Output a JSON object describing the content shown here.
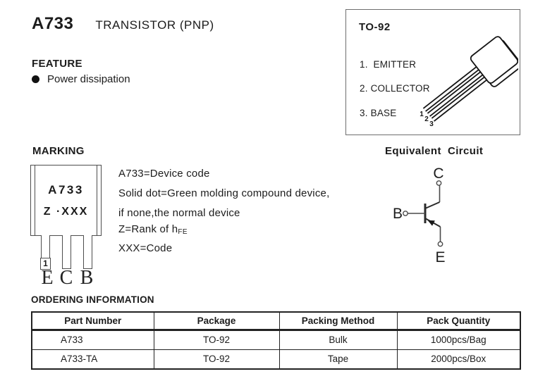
{
  "header": {
    "part_number": "A733",
    "subtitle": "TRANSISTOR (PNP)"
  },
  "feature": {
    "heading": "FEATURE",
    "item": "Power dissipation"
  },
  "package_box": {
    "title": "TO-92",
    "pins": [
      "1.  EMITTER",
      "2. COLLECTOR",
      "3. BASE"
    ],
    "lead_labels": [
      "1",
      "2",
      "3"
    ]
  },
  "marking": {
    "heading": "MARKING",
    "mark_line1": "A733",
    "mark_line2": "Z ·XXX",
    "pin1_label": "1",
    "lead_letters": [
      "E",
      "C",
      "B"
    ],
    "notes": [
      "A733=Device code",
      "Solid dot=Green molding compound device,",
      "if none,the normal device",
      "XXX=Code"
    ],
    "note_hfe_prefix": "Z=Rank of h",
    "note_hfe_sub": "FE"
  },
  "equivalent_circuit": {
    "heading": "Equivalent  Circuit",
    "collector": "C",
    "base": "B",
    "emitter": "E"
  },
  "ordering": {
    "heading": "ORDERING INFORMATION",
    "columns": [
      "Part Number",
      "Package",
      "Packing Method",
      "Pack Quantity"
    ],
    "rows": [
      [
        "A733",
        "TO-92",
        "Bulk",
        "1000pcs/Bag"
      ],
      [
        "A733-TA",
        "TO-92",
        "Tape",
        "2000pcs/Box"
      ]
    ]
  }
}
